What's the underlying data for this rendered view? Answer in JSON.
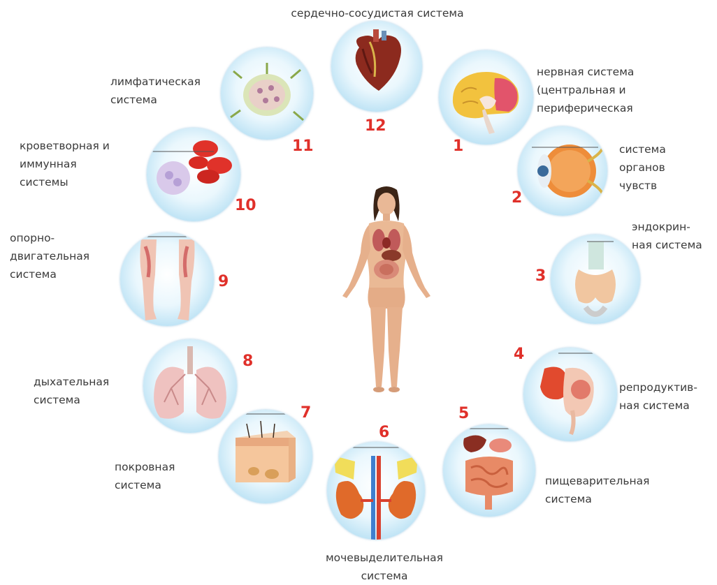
{
  "systems": [
    {
      "number": "1",
      "label": "нервная система\n(центральная и\nпериферическая",
      "icon": "brain-icon"
    },
    {
      "number": "2",
      "label": "система\nорганов\nчувств",
      "icon": "eye-icon"
    },
    {
      "number": "3",
      "label": "эндокрин-\nная система",
      "icon": "thyroid-icon"
    },
    {
      "number": "4",
      "label": "репродуктив-\nная система",
      "icon": "reproductive-organs-icon"
    },
    {
      "number": "5",
      "label": "пищеварительная\nсистема",
      "icon": "digestive-organs-icon"
    },
    {
      "number": "6",
      "label": "мочевыделительная\nсистема",
      "icon": "kidneys-icon"
    },
    {
      "number": "7",
      "label": "покровная\nсистема",
      "icon": "skin-section-icon"
    },
    {
      "number": "8",
      "label": "дыхательная\nсистема",
      "icon": "lungs-icon"
    },
    {
      "number": "9",
      "label": "опорно-\nдвигательная\nсистема",
      "icon": "leg-muscles-icon"
    },
    {
      "number": "10",
      "label": "кроветворная и\nиммунная\nсистемы",
      "icon": "blood-cells-icon"
    },
    {
      "number": "11",
      "label": "лимфатическая\nсистема",
      "icon": "lymph-node-icon"
    },
    {
      "number": "12",
      "label": "сердечно-сосудистая система",
      "icon": "heart-icon"
    }
  ],
  "center_figure": {
    "icon": "human-body-organs-icon"
  },
  "colors": {
    "number": "#e0302a",
    "circle_edge": "#8ccbeb",
    "text": "#3a3a3a"
  }
}
